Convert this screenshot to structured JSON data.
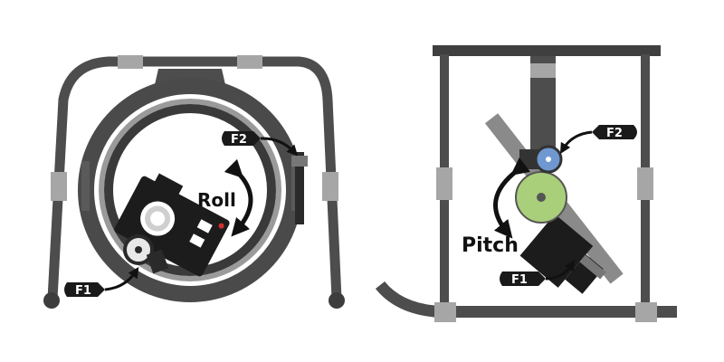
{
  "roll_view": {
    "rotation_label": "Roll",
    "tag_f1": "F1",
    "tag_f2": "F2"
  },
  "pitch_view": {
    "rotation_label": "Pitch",
    "tag_f1": "F1",
    "tag_f2": "F2"
  },
  "colors": {
    "frame": "#4d4d4d",
    "joint": "#a6a6a6",
    "ring_dark": "#404040",
    "ring_light": "#9a9a9a",
    "camera": "#1c1c1c",
    "pitch_motor": "#a9cf7a",
    "roll_motor_pitchview": "#6f98d0",
    "arrow": "#111111"
  }
}
